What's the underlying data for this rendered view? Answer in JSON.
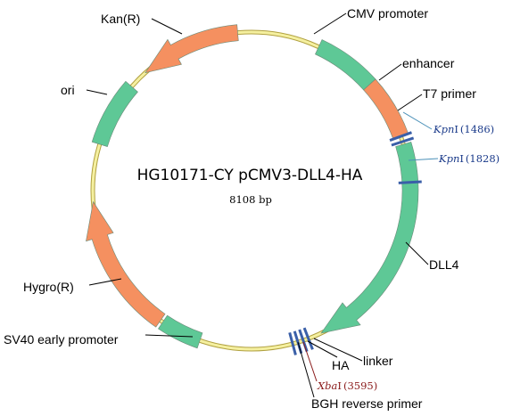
{
  "plasmid": {
    "name": "HG10171-CY pCMV3-DLL4-HA",
    "size": "8108 bp"
  },
  "colors": {
    "backbone": "#f5f0a0",
    "promoter": "#5ec896",
    "resistance": "#f59060",
    "site_marker": "#3a5fa8",
    "kpn_label": "#1a3a8a",
    "kpn_leader": "#4a90b8",
    "xba_label": "#8a1a1a"
  },
  "features": [
    {
      "label": "CMV promoter",
      "kind": "promoter"
    },
    {
      "label": "enhancer",
      "kind": "resistance"
    },
    {
      "label": "T7 primer",
      "kind": "site"
    },
    {
      "label": "DLL4",
      "kind": "promoter"
    },
    {
      "label": "linker",
      "kind": "site"
    },
    {
      "label": "HA",
      "kind": "site"
    },
    {
      "label": "BGH reverse primer",
      "kind": "site"
    },
    {
      "label": "SV40 early promoter",
      "kind": "promoter"
    },
    {
      "label": "Hygro(R)",
      "kind": "resistance"
    },
    {
      "label": "ori",
      "kind": "promoter"
    },
    {
      "label": "Kan(R)",
      "kind": "resistance"
    }
  ],
  "restriction_sites": [
    {
      "enzyme": "Kpn",
      "suffix": "I",
      "position": "(1486)"
    },
    {
      "enzyme": "Kpn",
      "suffix": "I",
      "position": "(1828)"
    },
    {
      "enzyme": "Xba",
      "suffix": "I",
      "position": "(3595)"
    }
  ]
}
